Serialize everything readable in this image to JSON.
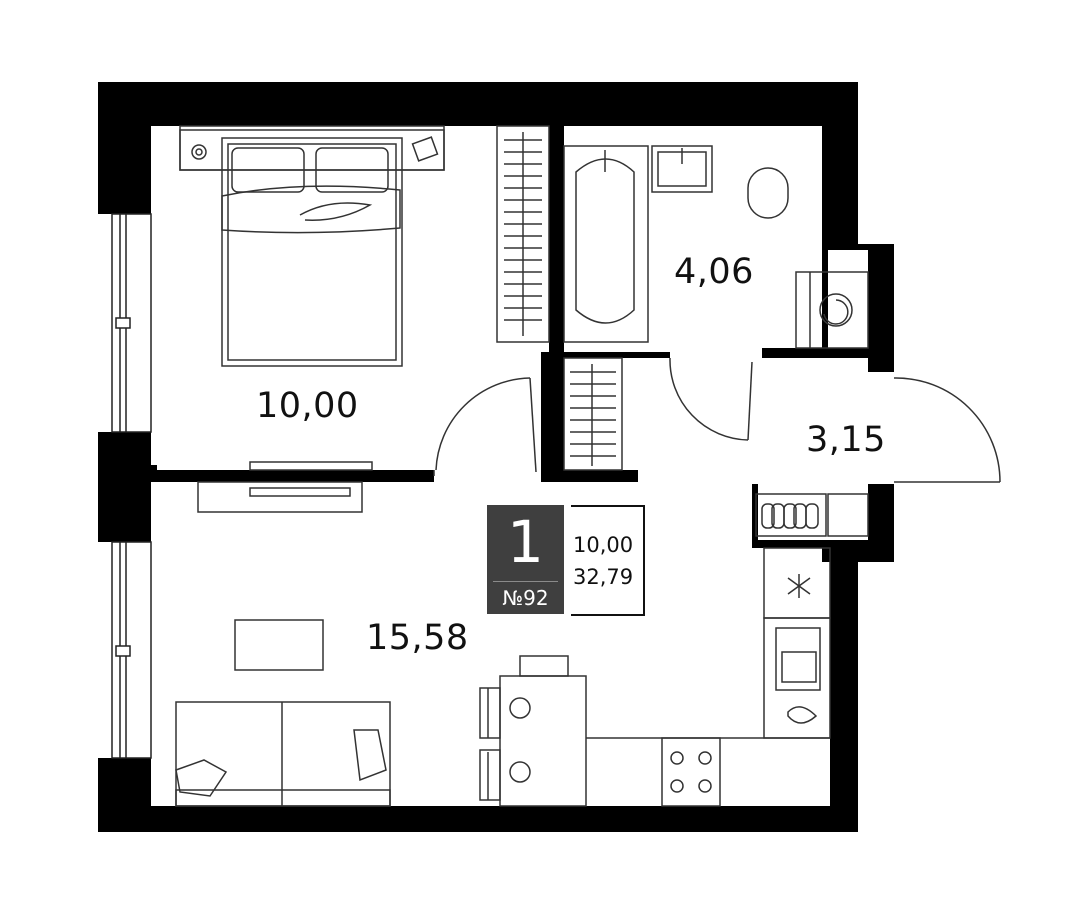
{
  "rooms": {
    "bedroom_area": "10,00",
    "bathroom_area": "4,06",
    "hallway_area": "3,15",
    "living_kitchen_area": "15,58"
  },
  "badge": {
    "rooms_count": "1",
    "apartment_number": "№92"
  },
  "summary": {
    "living_area": "10,00",
    "total_area": "32,79"
  },
  "colors": {
    "wall": "#000000",
    "line": "#333333",
    "badge_bg": "#3f3f3f"
  },
  "icons": [
    "bed-icon",
    "bathtub-icon",
    "sink-icon",
    "toilet-icon",
    "washing-machine-icon",
    "wardrobe-icon",
    "shoe-rack-icon",
    "fridge-icon",
    "kitchen-sink-icon",
    "stove-icon",
    "dining-table-icon",
    "chair-icon",
    "sofa-icon",
    "tv-icon",
    "door-icon",
    "window-icon"
  ]
}
